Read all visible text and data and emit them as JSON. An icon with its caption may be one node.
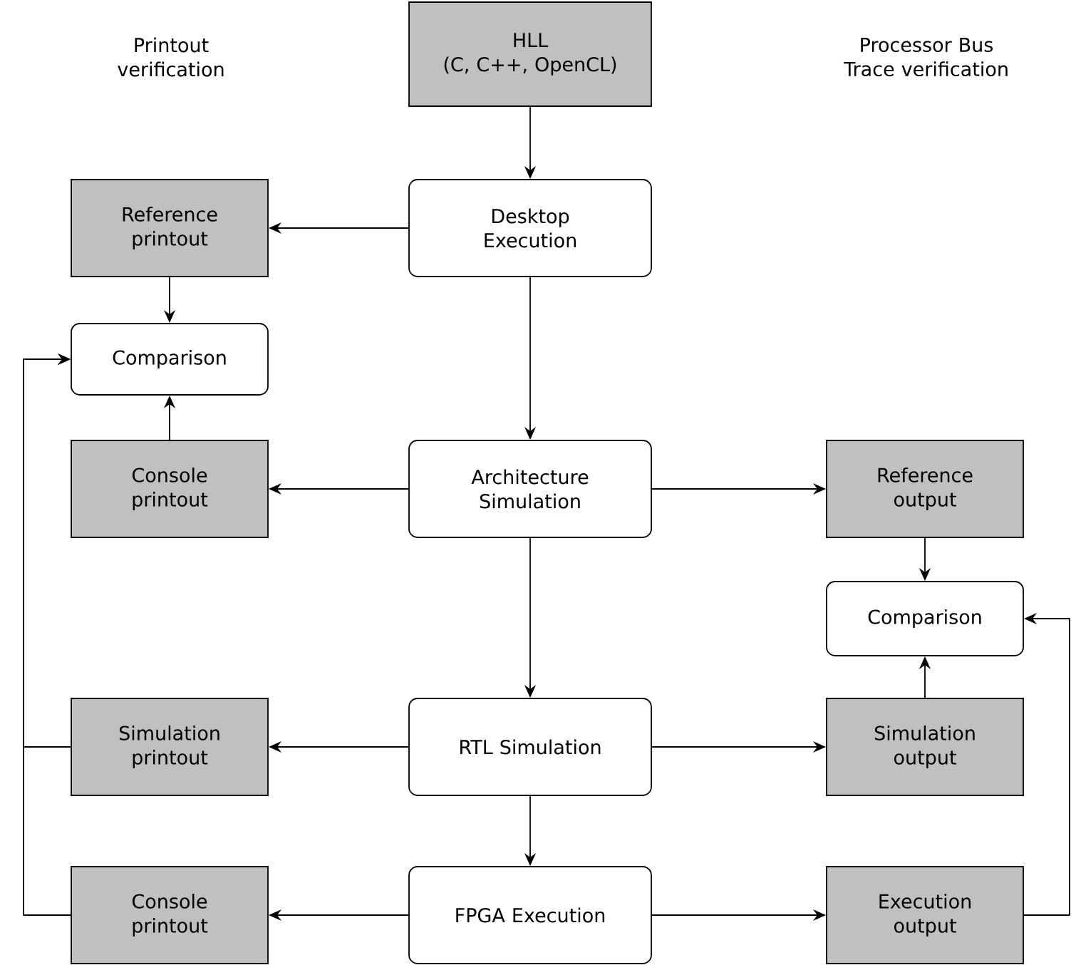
{
  "diagram": {
    "nodes": [
      {
        "text": [
          "HLL",
          "(C, C++, OpenCL)"
        ]
      },
      {
        "text": [
          "Desktop Execution"
        ]
      },
      {
        "text": [
          "Reference printout"
        ]
      },
      {
        "text": [
          "Comparison"
        ]
      },
      {
        "text": [
          "Console printout"
        ]
      },
      {
        "text": [
          "Architecture Simulation"
        ]
      },
      {
        "text": [
          "Reference output"
        ]
      },
      {
        "text": [
          "Comparison"
        ]
      },
      {
        "text": [
          "Simulation printout"
        ]
      },
      {
        "text": [
          "RTL Simulation"
        ]
      },
      {
        "text": [
          "Simulation output"
        ]
      },
      {
        "text": [
          "Console printout"
        ]
      },
      {
        "text": [
          "FPGA Execution"
        ]
      },
      {
        "text": [
          "Execution output"
        ]
      }
    ],
    "edges": [
      {
        "from": 0,
        "to": 1,
        "arrow": "to"
      },
      {
        "from": 1,
        "to": 2,
        "arrow": "to"
      },
      {
        "from": 1,
        "to": 5,
        "arrow": "to"
      },
      {
        "from": 2,
        "to": 3,
        "arrow": "to"
      },
      {
        "from": 4,
        "to": 3,
        "arrow": "to"
      },
      {
        "from": 5,
        "to": 4,
        "arrow": "to"
      },
      {
        "from": 5,
        "to": 6,
        "arrow": "to"
      },
      {
        "from": 5,
        "to": 9,
        "arrow": "to"
      },
      {
        "from": 6,
        "to": 7,
        "arrow": "to"
      },
      {
        "from": 10,
        "to": 7,
        "arrow": "to"
      },
      {
        "from": 9,
        "to": 8,
        "arrow": "to"
      },
      {
        "from": 9,
        "to": 10,
        "arrow": "to"
      },
      {
        "from": 9,
        "to": 12,
        "arrow": "to"
      },
      {
        "from": 12,
        "to": 11,
        "arrow": "to"
      },
      {
        "from": 12,
        "to": 13,
        "arrow": "to"
      },
      {
        "from": 8,
        "to": 3,
        "arrow": "to"
      },
      {
        "from": 11,
        "to": 3,
        "arrow": "to"
      },
      {
        "from": 13,
        "to": 7,
        "arrow": "to"
      }
    ],
    "labels": [
      "Printout verification",
      "Processor Bus Trace verification"
    ]
  }
}
